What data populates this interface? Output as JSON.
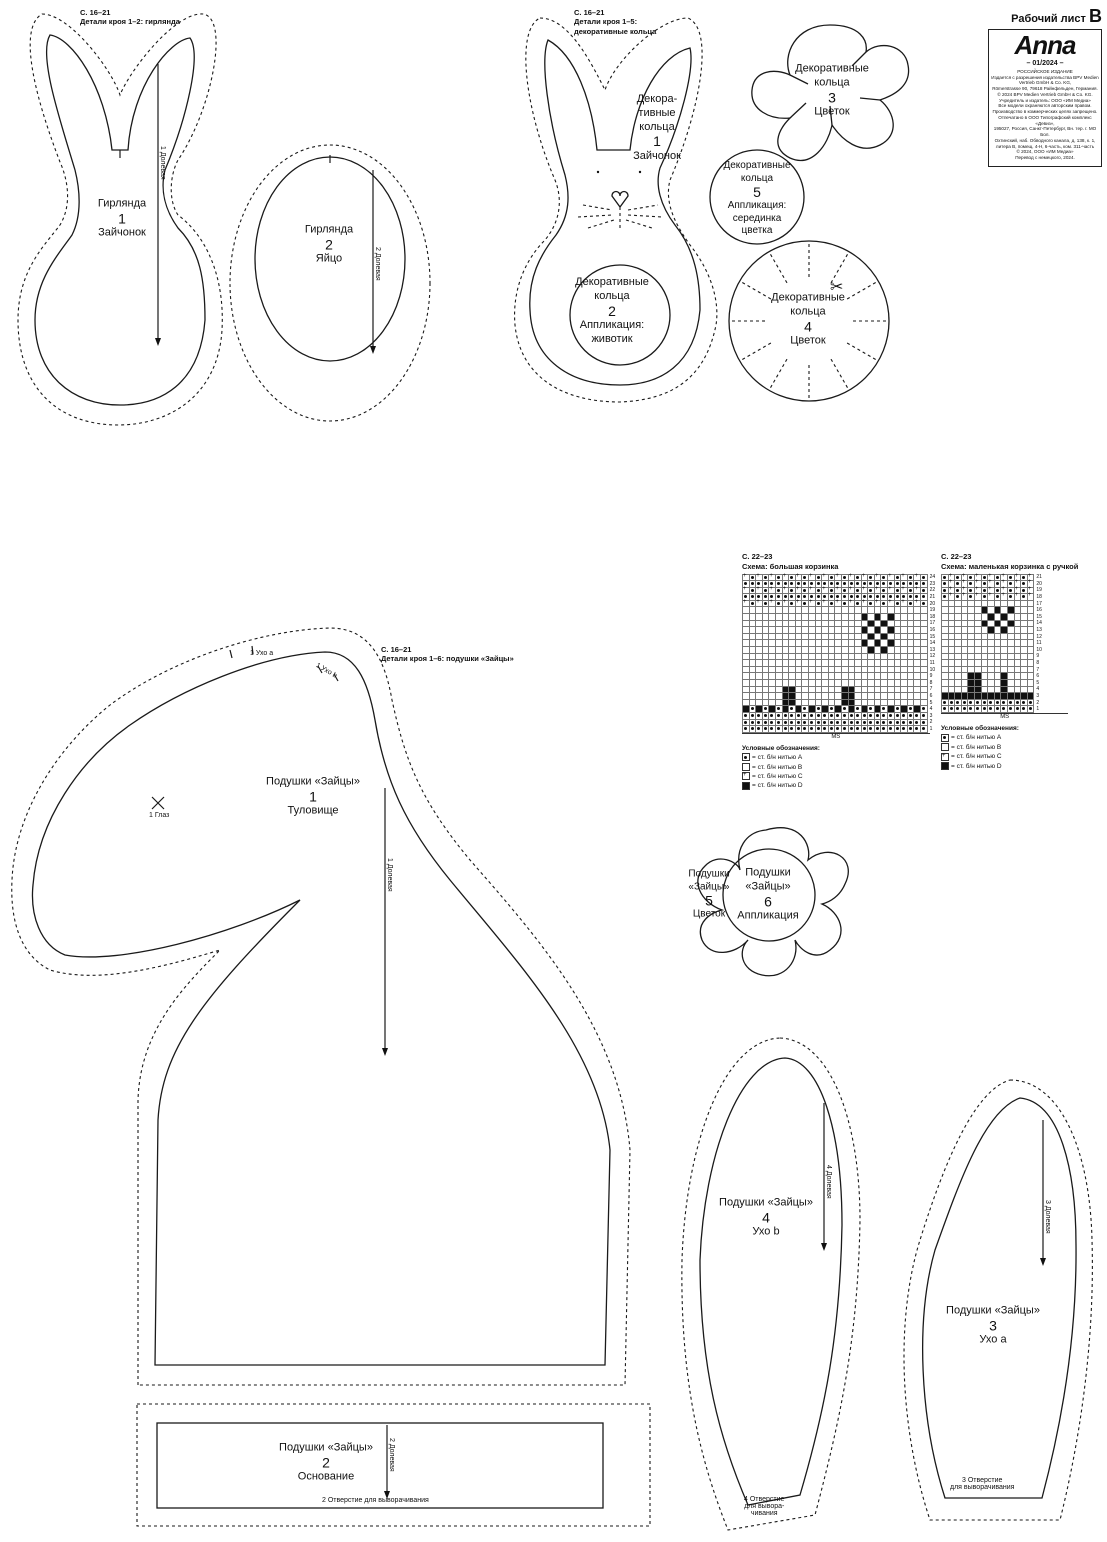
{
  "sheet": {
    "title_prefix": "Рабочий лист",
    "title_letter": "B",
    "brand": "Anna",
    "issue": "– 01/2024 –",
    "imprint": [
      "РОССИЙСКОЕ ИЗДАНИЕ",
      "Издается с разрешения издательства BPV Medien",
      "Vertrieb GmbH & Co. KG,",
      "Römerstrasse 90, 79618 Райнфельден, Германия.",
      "© 2024 BPV Medien Vertrieb GmbH & Co. KG.",
      "Учредитель и издатель: ООО «ИМ Медиа»",
      "Все модели охраняются авторским правом.",
      "Производство в коммерческих целях запрещено.",
      "Отпечатано в ООО Типографский комплекс «Девиз»,",
      "195027, Россия, Санкт-Петербург, Вн. тер. г. МО Бол.",
      "Охтинский, наб. Обводного канала, д. 138, к. 1,",
      "литера В, помещ. 4-Н, 6-часть, ком. 311-часть",
      "© 2024, ООО «ИМ Медиа»",
      "Перевод с немецкого, 2024."
    ]
  },
  "notes": {
    "garland": [
      "С. 16–21",
      "Детали кроя 1–2: гирлянда"
    ],
    "rings": [
      "С. 16–21",
      "Детали кроя 1–5:",
      "декоративные кольца"
    ],
    "pillows": [
      "С. 16–21",
      "Детали кроя 1–6: подушки «Зайцы»"
    ]
  },
  "pieces": {
    "garland_bunny": [
      "Гирлянда",
      "1",
      "Зайчонок"
    ],
    "garland_egg": [
      "Гирлянда",
      "2",
      "Яйцо"
    ],
    "ring_bunny": [
      "Декора-",
      "тивные",
      "кольца",
      "1",
      "Зайчонок"
    ],
    "ring_belly": [
      "Декоративные",
      "кольца",
      "2",
      "Аппликация:",
      "животик"
    ],
    "ring_flower3": [
      "Декоративные",
      "кольца",
      "3",
      "Цветок"
    ],
    "ring_center5": [
      "Декоративные",
      "кольца",
      "5",
      "Аппликация:",
      "серединка",
      "цветка"
    ],
    "ring_flower4": [
      "Декоративные",
      "кольца",
      "4",
      "Цветок"
    ],
    "pillow_body": [
      "Подушки «Зайцы»",
      "1",
      "Туловище"
    ],
    "pillow_base": [
      "Подушки «Зайцы»",
      "2",
      "Основание"
    ],
    "pillow_ear_b": [
      "Подушки «Зайцы»",
      "4",
      "Ухо b"
    ],
    "pillow_ear_a": [
      "Подушки «Зайцы»",
      "3",
      "Ухо а"
    ],
    "pillow_flower5": [
      "Подушки",
      "«Зайцы»",
      "5",
      "Цветок"
    ],
    "pillow_applique6": [
      "Подушки",
      "«Зайцы»",
      "6",
      "Аппликация"
    ]
  },
  "markings": {
    "grain_1": "1 Долевая",
    "grain_2": "2 Долевая",
    "grain_3": "3 Долевая",
    "grain_4": "4 Долевая",
    "eye": "1 Глаз",
    "ear_a": "1 Ухо а",
    "ear_b": "1 Ухо b",
    "opening_2": "2 Отверстие для выворачивания",
    "opening_3": [
      "3 Отверстие",
      "для выворачивания"
    ],
    "opening_4": [
      "4 Отверстие",
      "для выворa-",
      "чивания"
    ]
  },
  "charts": {
    "big": {
      "page": "С. 22–23",
      "title": "Схема: большая корзинка",
      "footer": "MS",
      "rows": [
        "A",
        "A",
        "A",
        "A",
        "A",
        "A",
        "A",
        "A",
        "A",
        "A",
        "A",
        "A",
        "A",
        "A",
        "A",
        "A",
        "A",
        "A",
        "A",
        "A",
        "A",
        "A",
        "A",
        "A"
      ]
    },
    "small": {
      "page": "С. 22–23",
      "title": "Схема: маленькая корзинка с ручкой",
      "footer": "MS",
      "rows": [
        "A",
        "A",
        "A",
        "A",
        "A",
        "A",
        "A",
        "A",
        "A",
        "A",
        "A",
        "A",
        "A",
        "A",
        "A",
        "A",
        "A",
        "A",
        "A",
        "A",
        "A"
      ]
    },
    "legend_title": "Условные обозначения:",
    "legend": [
      {
        "key": "A",
        "text": "= ст. б/н нитью A"
      },
      {
        "key": "B",
        "text": "= ст. б/н нитью B"
      },
      {
        "key": "C",
        "text": "= ст. б/н нитью C"
      },
      {
        "key": "D",
        "text": "= ст. б/н нитью D"
      }
    ]
  }
}
